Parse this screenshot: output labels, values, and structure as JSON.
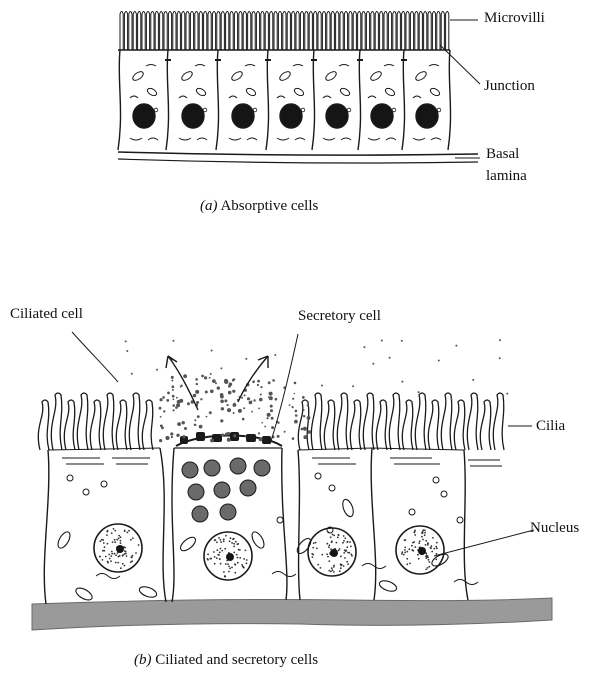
{
  "panel_a": {
    "labels": {
      "microvilli": "Microvilli",
      "junction": "Junction",
      "basal_1": "Basal",
      "basal_2": "lamina"
    },
    "caption_letter": "(a)",
    "caption_text": "Absorptive cells"
  },
  "panel_b": {
    "labels": {
      "ciliated_cell": "Ciliated cell",
      "secretory_cell": "Secretory cell",
      "cilia": "Cilia",
      "nucleus": "Nucleus"
    },
    "caption_letter": "(b)",
    "caption_text": "Ciliated and secretory cells"
  },
  "colors": {
    "ink": "#1a1a1a",
    "basal_lamina": "#9a9a9a",
    "nucleus_dark": "#151515"
  }
}
